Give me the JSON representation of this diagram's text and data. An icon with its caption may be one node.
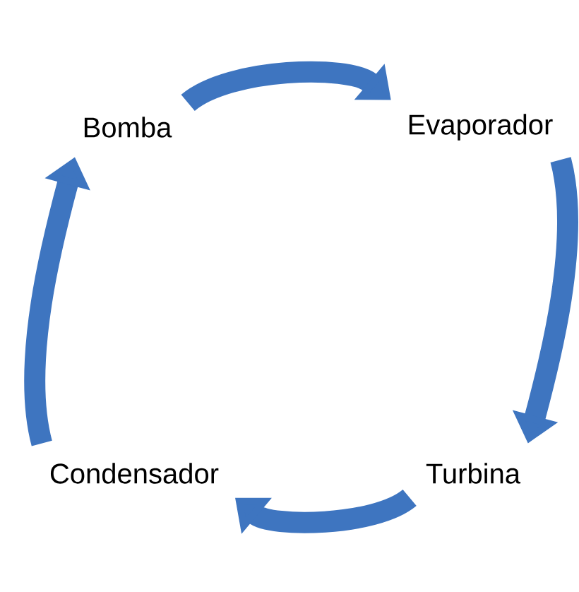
{
  "diagram": {
    "nodes": [
      {
        "text": [
          "Bomba"
        ]
      },
      {
        "text": [
          "Evaporador"
        ]
      },
      {
        "text": [
          "Turbina"
        ]
      },
      {
        "text": [
          "Condensador"
        ]
      }
    ],
    "edges": [
      {
        "from": 0,
        "to": 1,
        "arrow": "to"
      },
      {
        "from": 1,
        "to": 2,
        "arrow": "to"
      },
      {
        "from": 2,
        "to": 3,
        "arrow": "to"
      },
      {
        "from": 3,
        "to": 0,
        "arrow": "to"
      }
    ]
  }
}
